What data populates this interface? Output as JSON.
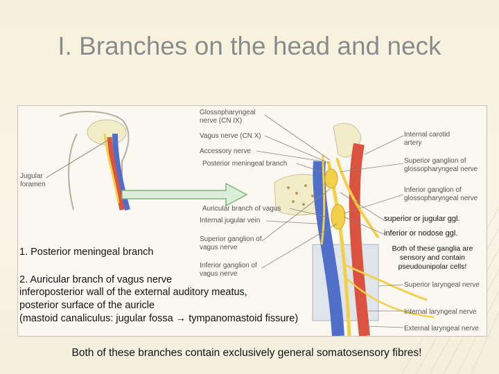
{
  "slide": {
    "title": "I. Branches on the head and neck",
    "figure_labels": {
      "glossopharyngeal": "Glossopharyngeal nerve (CN IX)",
      "vagus": "Vagus nerve (CN X)",
      "accessory": "Accessory nerve",
      "posterior_meningeal": "Posterior meningeal branch",
      "auricular": "Auricular branch of vagus",
      "internal_jugular": "Internal jugular vein",
      "superior_ganglion_vagus": "Superior ganglion of vagus nerve",
      "inferior_ganglion_vagus": "Inferior ganglion of vagus nerve",
      "jugular_foramen": "Jugular foramen",
      "internal_carotid": "Internal carotid artery",
      "superior_ganglion_glosso": "Superior ganglion of glossopharyngeal nerve",
      "inferior_ganglion_glosso": "Inferior ganglion of glossopharyngeal nerve",
      "superior_laryngeal": "Superior laryngeal nerve",
      "internal_laryngeal": "Internal laryngeal nerve",
      "external_laryngeal": "External laryngeal nerve"
    },
    "annotations": {
      "superior_ggl": "superior or jugular ggl.",
      "inferior_ggl": "inferior or nodose ggl.",
      "ganglia_note": "Both of these ganglia are sensory and contain pseudounipolar cells!"
    },
    "branches": {
      "item1": "1. Posterior meningeal branch",
      "item2": "2. Auricular branch of vagus nerve",
      "item2_line1": "inferoposterior wall of the external auditory meatus,",
      "item2_line2": "posterior surface of the auricle",
      "item2_line3": "(mastoid canaliculus: jugular fossa → tympanomastoid fissure)"
    },
    "footer": "Both of these branches contain exclusively general somatosensory fibres!",
    "colors": {
      "vein": "#4f6fc9",
      "artery": "#d9533f",
      "nerve": "#f2d04a",
      "bone": "#f3ecc8"
    }
  }
}
